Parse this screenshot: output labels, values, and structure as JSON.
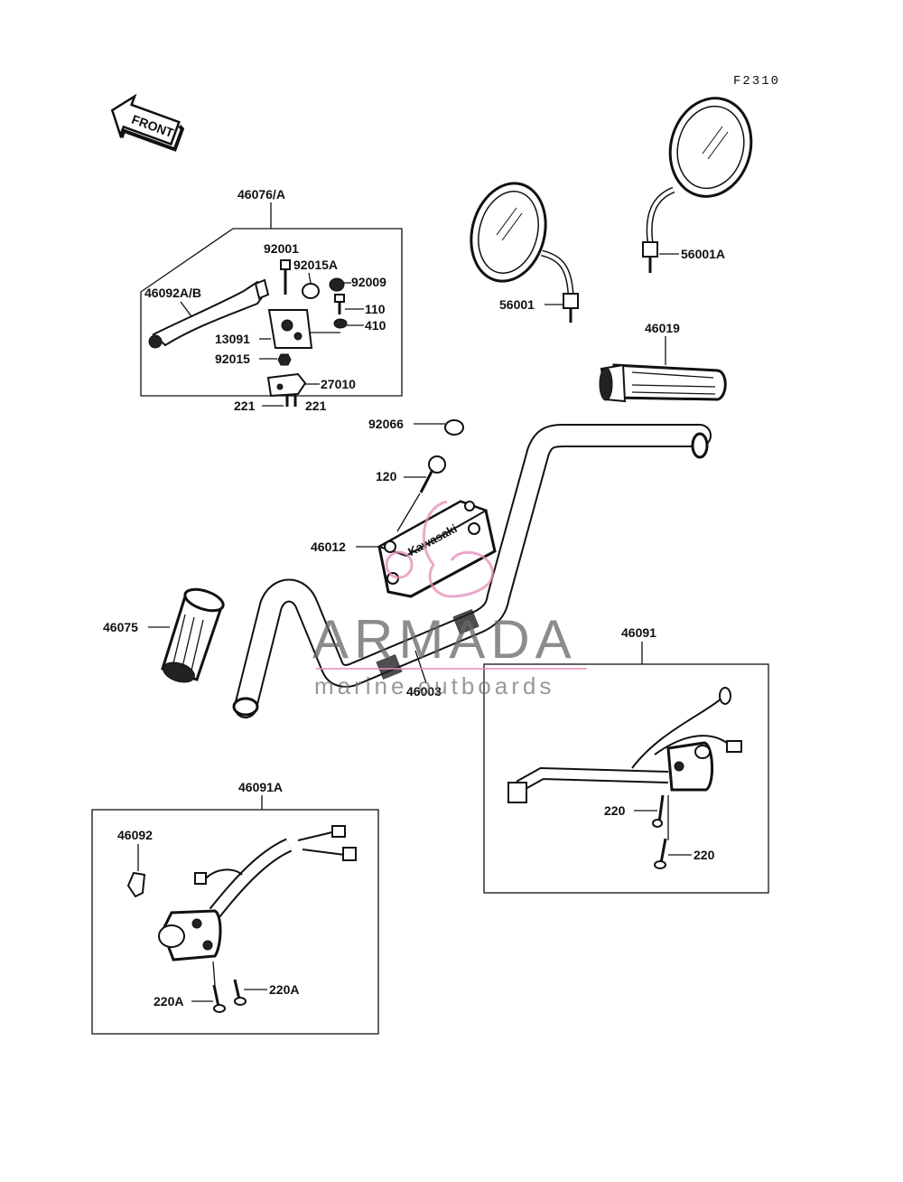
{
  "diagram_code": "F2310",
  "front_label": "FRONT",
  "brand_on_clamp": "Kawasaki",
  "watermark": {
    "title": "ARMADA",
    "subtitle": "marine outboards",
    "accent_color": "#e58bb8"
  },
  "parts": {
    "lever_assembly": "46076/A",
    "lever": "46092A/B",
    "pivot_bolt": "92001",
    "nut_a": "92015A",
    "spring": "92009",
    "bolt_110": "110",
    "washer_410": "410",
    "holder": "13091",
    "nut": "92015",
    "switch": "27010",
    "screw_left": "221",
    "screw_right": "221",
    "mirror_left": "56001",
    "mirror_right": "56001A",
    "grip_right": "46019",
    "cap": "92066",
    "clamp_bolt": "120",
    "clamp": "46012",
    "grip_left": "46075",
    "handlebar": "46003",
    "switch_right": "46091",
    "screw_220_a": "220",
    "screw_220_b": "220",
    "switch_left": "46091A",
    "clip": "46092",
    "screw_220a_a": "220A",
    "screw_220a_b": "220A"
  }
}
